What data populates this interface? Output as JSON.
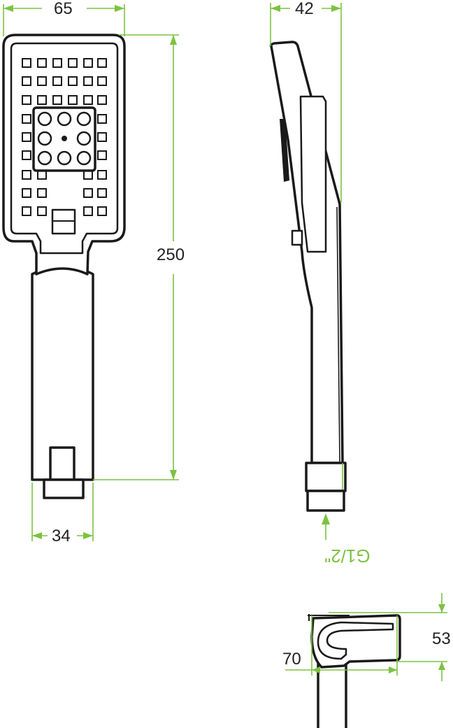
{
  "colors": {
    "dimension_line": "#7cc242",
    "outline": "#1a1a1a",
    "thread_label": "#7cc242"
  },
  "dimensions": {
    "head_width": "65",
    "side_depth": "42",
    "total_length": "250",
    "handle_width": "34",
    "holder_depth": "70",
    "holder_height": "53"
  },
  "thread_label": "G1/2\""
}
